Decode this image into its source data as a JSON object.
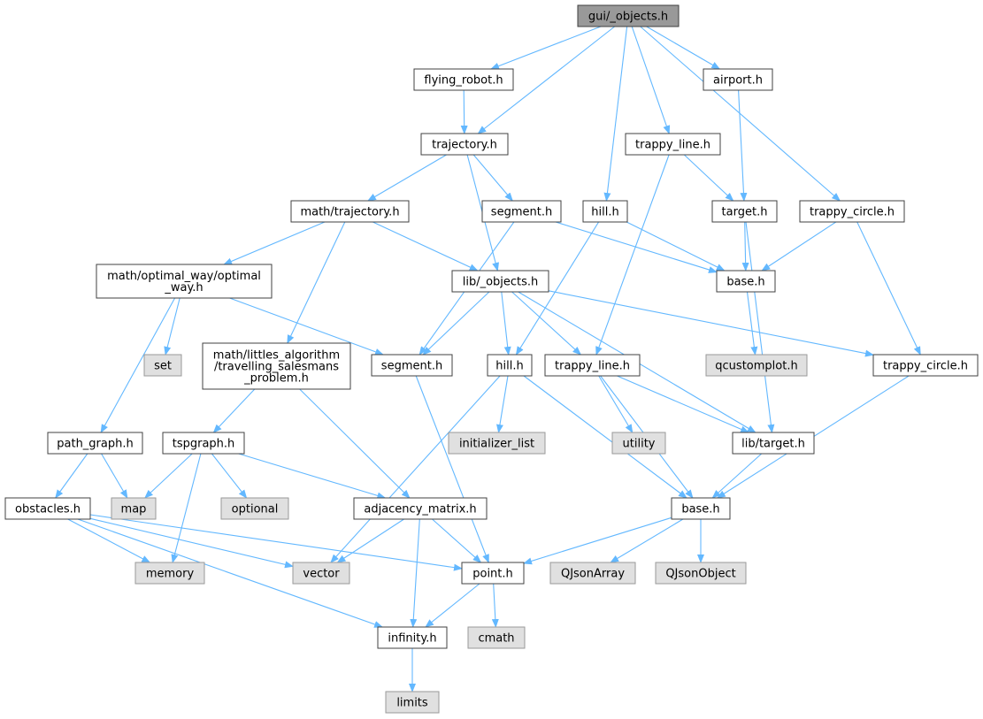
{
  "colors": {
    "root_fill": "#999999",
    "local_fill": "#ffffff",
    "system_fill": "#e0e0e0",
    "local_stroke": "#404040",
    "system_stroke": "#999999",
    "edge": "#63b8ff"
  },
  "nodes": [
    {
      "id": "gui_objects",
      "label": "gui/_objects.h",
      "kind": "root"
    },
    {
      "id": "flying_robot",
      "label": "flying_robot.h",
      "kind": "local"
    },
    {
      "id": "airport",
      "label": "airport.h",
      "kind": "local"
    },
    {
      "id": "trajectory",
      "label": "trajectory.h",
      "kind": "local"
    },
    {
      "id": "trappy_line_top",
      "label": "trappy_line.h",
      "kind": "local"
    },
    {
      "id": "math_trajectory",
      "label": "math/trajectory.h",
      "kind": "local"
    },
    {
      "id": "segment_top",
      "label": "segment.h",
      "kind": "local"
    },
    {
      "id": "hill_top",
      "label": "hill.h",
      "kind": "local"
    },
    {
      "id": "target_top",
      "label": "target.h",
      "kind": "local"
    },
    {
      "id": "trappy_circle_top",
      "label": "trappy_circle.h",
      "kind": "local"
    },
    {
      "id": "optimal_way",
      "label": "math/optimal_way/optimal\n_way.h",
      "kind": "local"
    },
    {
      "id": "lib_objects",
      "label": "lib/_objects.h",
      "kind": "local"
    },
    {
      "id": "base_top",
      "label": "base.h",
      "kind": "local"
    },
    {
      "id": "set",
      "label": "set",
      "kind": "system"
    },
    {
      "id": "littles",
      "label": "math/littles_algorithm\n/travelling_salesmans\n_problem.h",
      "kind": "local"
    },
    {
      "id": "segment",
      "label": "segment.h",
      "kind": "local"
    },
    {
      "id": "hill",
      "label": "hill.h",
      "kind": "local"
    },
    {
      "id": "trappy_line",
      "label": "trappy_line.h",
      "kind": "local"
    },
    {
      "id": "qcustomplot",
      "label": "qcustomplot.h",
      "kind": "system"
    },
    {
      "id": "trappy_circle",
      "label": "trappy_circle.h",
      "kind": "local"
    },
    {
      "id": "path_graph",
      "label": "path_graph.h",
      "kind": "local"
    },
    {
      "id": "tspgraph",
      "label": "tspgraph.h",
      "kind": "local"
    },
    {
      "id": "initializer_list",
      "label": "initializer_list",
      "kind": "system"
    },
    {
      "id": "utility",
      "label": "utility",
      "kind": "system"
    },
    {
      "id": "lib_target",
      "label": "lib/target.h",
      "kind": "local"
    },
    {
      "id": "obstacles",
      "label": "obstacles.h",
      "kind": "local"
    },
    {
      "id": "map",
      "label": "map",
      "kind": "system"
    },
    {
      "id": "optional",
      "label": "optional",
      "kind": "system"
    },
    {
      "id": "adjacency",
      "label": "adjacency_matrix.h",
      "kind": "local"
    },
    {
      "id": "base",
      "label": "base.h",
      "kind": "local"
    },
    {
      "id": "memory",
      "label": "memory",
      "kind": "system"
    },
    {
      "id": "vector",
      "label": "vector",
      "kind": "system"
    },
    {
      "id": "point",
      "label": "point.h",
      "kind": "local"
    },
    {
      "id": "qjsonarray",
      "label": "QJsonArray",
      "kind": "system"
    },
    {
      "id": "qjsonobject",
      "label": "QJsonObject",
      "kind": "system"
    },
    {
      "id": "infinity",
      "label": "infinity.h",
      "kind": "local"
    },
    {
      "id": "cmath",
      "label": "cmath",
      "kind": "system"
    },
    {
      "id": "limits",
      "label": "limits",
      "kind": "system"
    }
  ],
  "edges": [
    {
      "from": "gui_objects",
      "to": "flying_robot"
    },
    {
      "from": "gui_objects",
      "to": "trajectory"
    },
    {
      "from": "gui_objects",
      "to": "hill_top"
    },
    {
      "from": "gui_objects",
      "to": "trappy_line_top"
    },
    {
      "from": "gui_objects",
      "to": "airport"
    },
    {
      "from": "gui_objects",
      "to": "trappy_circle_top"
    },
    {
      "from": "flying_robot",
      "to": "trajectory"
    },
    {
      "from": "airport",
      "to": "target_top"
    },
    {
      "from": "trajectory",
      "to": "math_trajectory"
    },
    {
      "from": "trajectory",
      "to": "lib_objects"
    },
    {
      "from": "trajectory",
      "to": "segment_top"
    },
    {
      "from": "trappy_line_top",
      "to": "target_top"
    },
    {
      "from": "trappy_line_top",
      "to": "trappy_line"
    },
    {
      "from": "math_trajectory",
      "to": "optimal_way"
    },
    {
      "from": "math_trajectory",
      "to": "lib_objects"
    },
    {
      "from": "math_trajectory",
      "to": "littles"
    },
    {
      "from": "segment_top",
      "to": "base_top"
    },
    {
      "from": "segment_top",
      "to": "segment"
    },
    {
      "from": "hill_top",
      "to": "base_top"
    },
    {
      "from": "hill_top",
      "to": "hill"
    },
    {
      "from": "target_top",
      "to": "base_top"
    },
    {
      "from": "target_top",
      "to": "lib_target"
    },
    {
      "from": "trappy_circle_top",
      "to": "base_top"
    },
    {
      "from": "trappy_circle_top",
      "to": "trappy_circle"
    },
    {
      "from": "optimal_way",
      "to": "set"
    },
    {
      "from": "optimal_way",
      "to": "segment"
    },
    {
      "from": "optimal_way",
      "to": "path_graph"
    },
    {
      "from": "lib_objects",
      "to": "segment"
    },
    {
      "from": "lib_objects",
      "to": "hill"
    },
    {
      "from": "lib_objects",
      "to": "trappy_line"
    },
    {
      "from": "lib_objects",
      "to": "lib_target"
    },
    {
      "from": "lib_objects",
      "to": "trappy_circle"
    },
    {
      "from": "base_top",
      "to": "qcustomplot"
    },
    {
      "from": "littles",
      "to": "tspgraph"
    },
    {
      "from": "littles",
      "to": "adjacency"
    },
    {
      "from": "segment",
      "to": "point"
    },
    {
      "from": "hill",
      "to": "initializer_list"
    },
    {
      "from": "hill",
      "to": "vector"
    },
    {
      "from": "hill",
      "to": "base"
    },
    {
      "from": "trappy_line",
      "to": "utility"
    },
    {
      "from": "trappy_line",
      "to": "lib_target"
    },
    {
      "from": "trappy_line",
      "to": "base"
    },
    {
      "from": "trappy_circle",
      "to": "base"
    },
    {
      "from": "path_graph",
      "to": "obstacles"
    },
    {
      "from": "path_graph",
      "to": "map"
    },
    {
      "from": "tspgraph",
      "to": "map"
    },
    {
      "from": "tspgraph",
      "to": "optional"
    },
    {
      "from": "tspgraph",
      "to": "memory"
    },
    {
      "from": "tspgraph",
      "to": "adjacency"
    },
    {
      "from": "lib_target",
      "to": "base"
    },
    {
      "from": "obstacles",
      "to": "memory"
    },
    {
      "from": "obstacles",
      "to": "vector"
    },
    {
      "from": "obstacles",
      "to": "point"
    },
    {
      "from": "obstacles",
      "to": "infinity"
    },
    {
      "from": "adjacency",
      "to": "vector"
    },
    {
      "from": "adjacency",
      "to": "point"
    },
    {
      "from": "adjacency",
      "to": "infinity"
    },
    {
      "from": "base",
      "to": "point"
    },
    {
      "from": "base",
      "to": "qjsonarray"
    },
    {
      "from": "base",
      "to": "qjsonobject"
    },
    {
      "from": "point",
      "to": "infinity"
    },
    {
      "from": "point",
      "to": "cmath"
    },
    {
      "from": "infinity",
      "to": "limits"
    }
  ]
}
